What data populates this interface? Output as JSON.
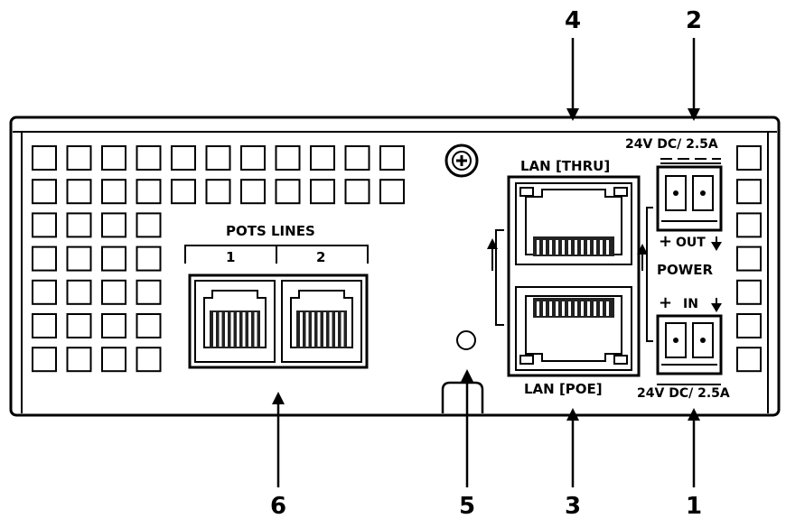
{
  "callouts": {
    "c1": "1",
    "c2": "2",
    "c3": "3",
    "c4": "4",
    "c5": "5",
    "c6": "6"
  },
  "labels": {
    "pots_lines": "POTS LINES",
    "pots_1": "1",
    "pots_2": "2",
    "lan_thru": "LAN [THRU]",
    "lan_poe": "LAN [POE]",
    "power": "POWER",
    "out": "OUT",
    "in": "IN",
    "rating_top": "24V DC/ 2.5A",
    "rating_bottom": "24V DC/ 2.5A",
    "plus_top": "+",
    "plus_bottom": "+"
  }
}
